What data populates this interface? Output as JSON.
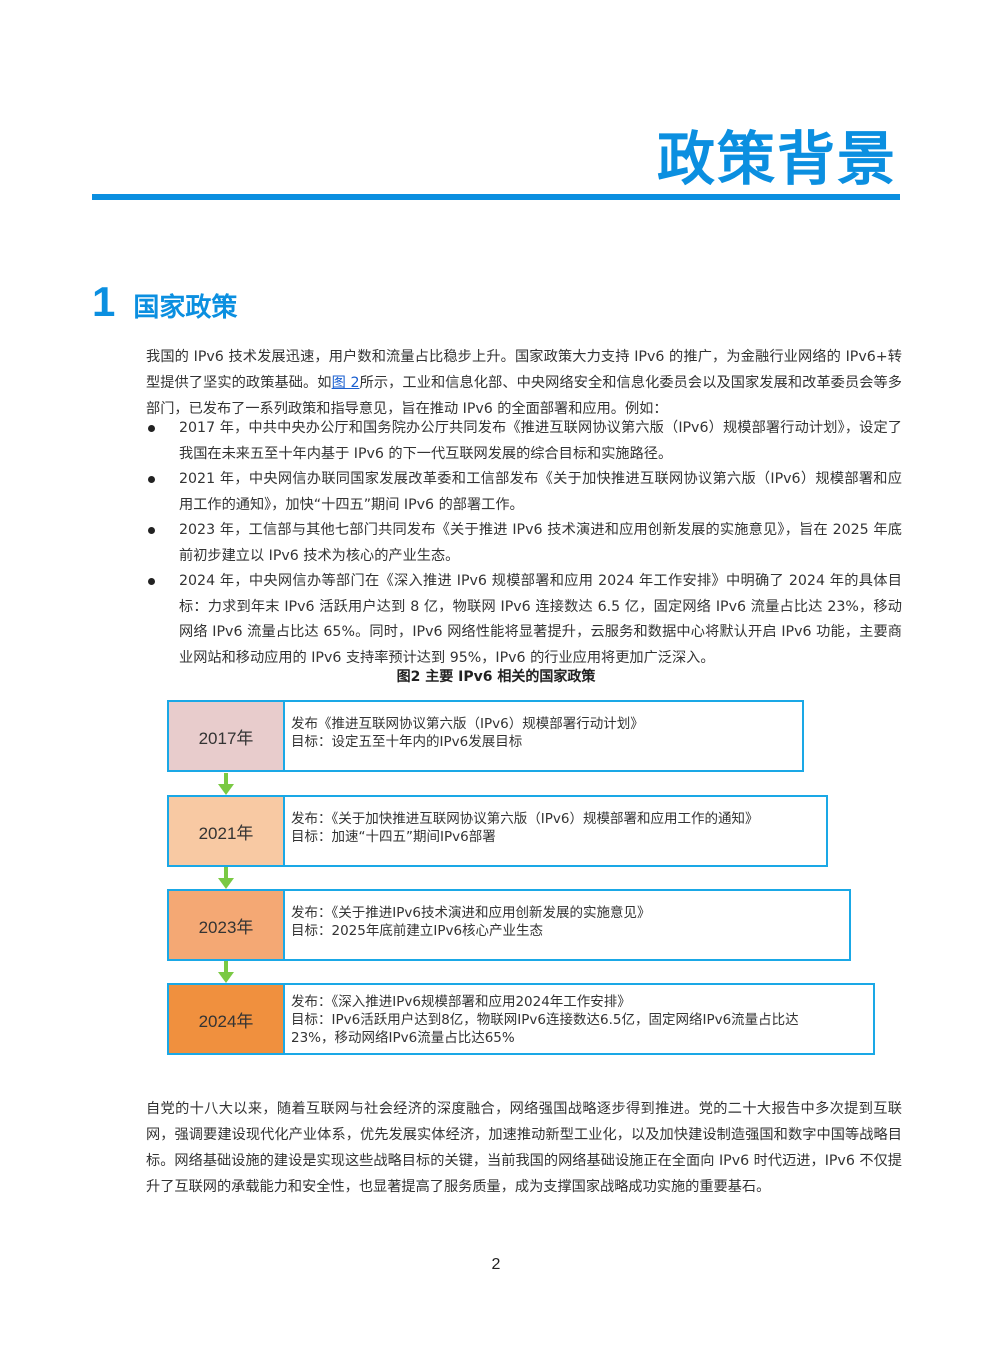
{
  "header": {
    "title": "政策背景"
  },
  "section": {
    "number": "1",
    "title": "国家政策"
  },
  "intro": {
    "before_link": "我国的 IPv6 技术发展迅速，用户数和流量占比稳步上升。国家政策大力支持 IPv6 的推广，为金融行业网络的 IPv6+转型提供了坚实的政策基础。如",
    "link": "图 2",
    "after_link": "所示，工业和信息化部、中央网络安全和信息化委员会以及国家发展和改革委员会等多部门，已发布了一系列政策和指导意见，旨在推动 IPv6 的全面部署和应用。例如："
  },
  "bullets": [
    {
      "text": "2017 年，中共中央办公厅和国务院办公厅共同发布《推进互联网协议第六版（IPv6）规模部署行动计划》，设定了我国在未来五至十年内基于 IPv6 的下一代互联网发展的综合目标和实施路径。"
    },
    {
      "text": "2021 年，中央网信办联同国家发展改革委和工信部发布《关于加快推进互联网协议第六版（IPv6）规模部署和应用工作的通知》，加快“十四五”期间 IPv6 的部署工作。"
    },
    {
      "text": "2023 年，工信部与其他七部门共同发布《关于推进 IPv6 技术演进和应用创新发展的实施意见》，旨在 2025 年底前初步建立以 IPv6 技术为核心的产业生态。"
    },
    {
      "text": "2024 年，中央网信办等部门在《深入推进 IPv6 规模部署和应用 2024 年工作安排》中明确了 2024 年的具体目标：力求到年末 IPv6 活跃用户达到 8 亿，物联网 IPv6 连接数达 6.5 亿，固定网络 IPv6 流量占比达 23%，移动网络 IPv6 流量占比达 65%。同时，IPv6 网络性能将显著提升，云服务和数据中心将默认开启 IPv6 功能，主要商业网站和移动应用的 IPv6 支持率预计达到 95%，IPv6 的行业应用将更加广泛深入。"
    }
  ],
  "figure": {
    "caption": "图2 主要 IPv6 相关的国家政策",
    "arrow_color": "#7ac943",
    "border_color": "#1aa8e6",
    "items": [
      {
        "year": "2017年",
        "color": "#e8cccc",
        "line1": "发布《推进互联网协议第六版（IPv6）规模部署行动计划》",
        "line2": "目标：设定五至十年内的IPv6发展目标",
        "line3": ""
      },
      {
        "year": "2021年",
        "color": "#f8c9a3",
        "line1": "发布：《关于加快推进互联网协议第六版（IPv6）规模部署和应用工作的通知》",
        "line2": "目标：加速“十四五”期间IPv6部署",
        "line3": ""
      },
      {
        "year": "2023年",
        "color": "#f4a874",
        "line1": "发布：《关于推进IPv6技术演进和应用创新发展的实施意见》",
        "line2": "目标：2025年底前建立IPv6核心产业生态",
        "line3": ""
      },
      {
        "year": "2024年",
        "color": "#f0903e",
        "line1": "发布：《深入推进IPv6规模部署和应用2024年工作安排》",
        "line2": "目标：IPv6活跃用户达到8亿，物联网IPv6连接数达6.5亿，固定网络IPv6流量占比达",
        "line3": "23%，移动网络IPv6流量占比达65%"
      }
    ]
  },
  "outro": {
    "text": "自党的十八大以来，随着互联网与社会经济的深度融合，网络强国战略逐步得到推进。党的二十大报告中多次提到互联网，强调要建设现代化产业体系，优先发展实体经济，加速推动新型工业化，以及加快建设制造强国和数字中国等战略目标。网络基础设施的建设是实现这些战略目标的关键，当前我国的网络基础设施正在全面向 IPv6 时代迈进，IPv6 不仅提升了互联网的承载能力和安全性，也显著提高了服务质量，成为支撑国家战略成功实施的重要基石。"
  },
  "footer": {
    "page_number": "2"
  }
}
